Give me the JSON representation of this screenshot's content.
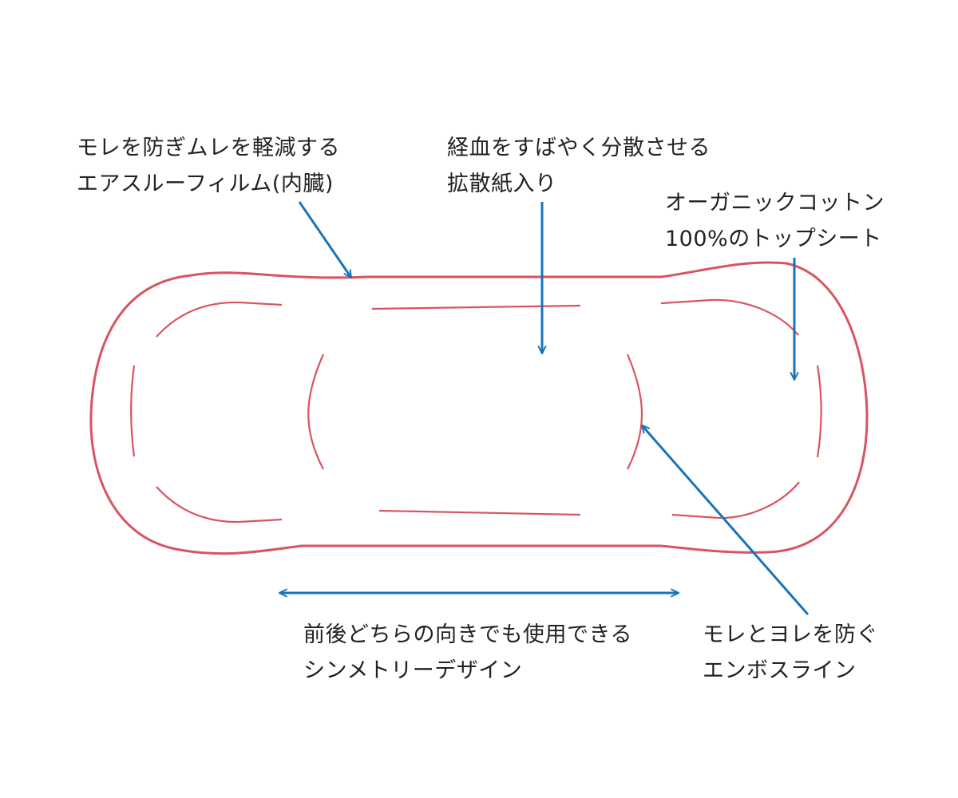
{
  "colors": {
    "pad_outline": "#d95462",
    "arrow": "#1a73b8",
    "text": "#222222"
  },
  "labels": {
    "film": {
      "line1": "モレを防ぎムレを軽減する",
      "line2": "エアスルーフィルム(内臓)"
    },
    "paper": {
      "line1": "経血をすばやく分散させる",
      "line2": "拡散紙入り"
    },
    "topsheet": {
      "line1": "オーガニックコットン",
      "line2": "100%のトップシート"
    },
    "symmetry": {
      "line1": "前後どちらの向きでも使用できる",
      "line2": "シンメトリーデザイン"
    },
    "emboss": {
      "line1": "モレとヨレを防ぐ",
      "line2": "エンボスライン"
    }
  }
}
